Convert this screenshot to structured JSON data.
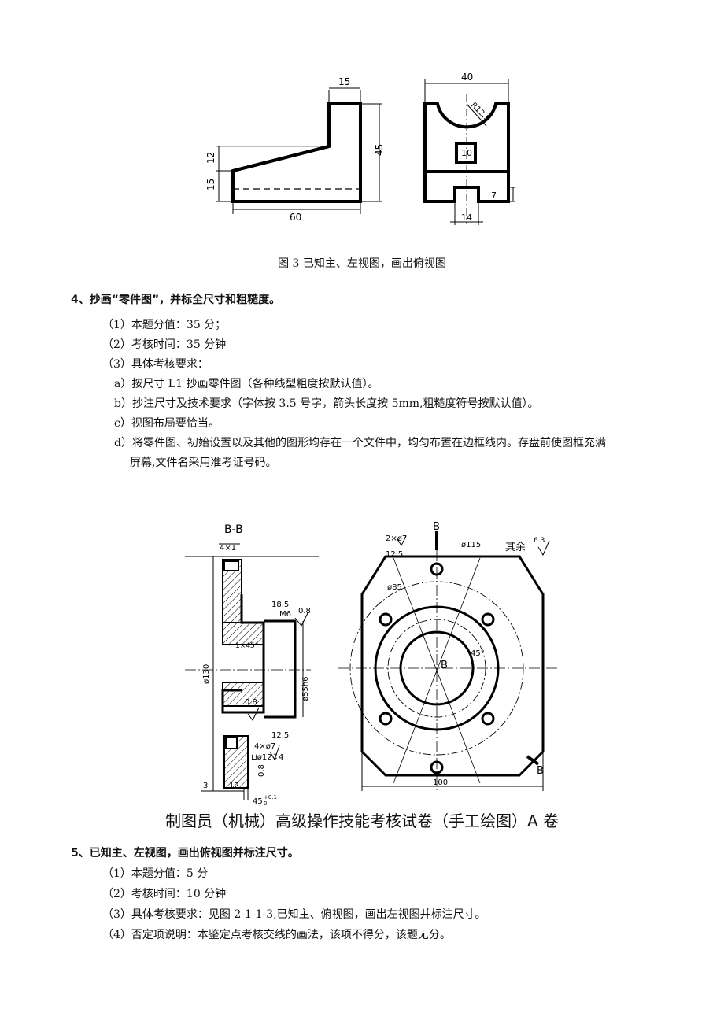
{
  "figure3": {
    "front_dims": {
      "top": "15",
      "right": "45",
      "left_upper": "12",
      "left_lower": "15",
      "bottom": "60"
    },
    "side_dims": {
      "top": "40",
      "radius": "R12.5",
      "inner_box": "10",
      "right": "7",
      "bottom": "14"
    },
    "caption": "图 3 已知主、左视图，画出俯视图"
  },
  "question4": {
    "heading": "4、抄画“零件图”，并标全尺寸和粗糙度。",
    "items": [
      "（1）本题分值：35 分；",
      "（2）考核时间：35 分钟",
      "（3）具体考核要求："
    ],
    "subitems": [
      "a）按尺寸 L1 抄画零件图（各种线型粗度按默认值）。",
      "b）抄注尺寸及技术要求（字体按 3.5 号字，箭头长度按 5mm,粗糙度符号按默认值）。",
      "c）视图布局要恰当。",
      "d）将零件图、初始设置以及其他的图形均存在一个文件中，均匀布置在边框线内。存盘前使图框充满"
    ],
    "subitem_continuation": "屏幕,文件名采用准考证号码。"
  },
  "part_drawing": {
    "section_label": "B-B",
    "dims": {
      "chamfer": "4×1",
      "d185": "18.5",
      "m6": "M6",
      "r08a": "0.8",
      "c1": "1×45°",
      "d130": "ø130",
      "d55": "ø55h6",
      "r08b": "0.8",
      "r125": "12.5",
      "holes": "4×ø7",
      "cbore": "⊔ø12↧4",
      "r08c": "0.8",
      "d3": "3",
      "d12": "12",
      "d45": "45",
      "tol": "+0.1",
      "tol0": "0"
    },
    "right_view": {
      "label_b": "B",
      "holes2": "2×ø7",
      "r125": "12.5",
      "d115": "ø115",
      "d85": "ø85",
      "angle": "45°",
      "other": "其余",
      "other_val": "6.3",
      "center_b": "B",
      "width": "100"
    },
    "title": "制图员（机械）高级操作技能考核试卷（手工绘图）A 卷"
  },
  "question5": {
    "heading": "5、已知主、左视图，画出俯视图并标注尺寸。",
    "items": [
      "（1）本题分值：5 分",
      "（2）考核时间：10 分钟",
      "（3）具体考核要求：见图 2-1-1-3,已知主、俯视图，画出左视图并标注尺寸。",
      "（4）否定项说明：本鉴定点考核交线的画法，该项不得分，该题无分。"
    ]
  }
}
